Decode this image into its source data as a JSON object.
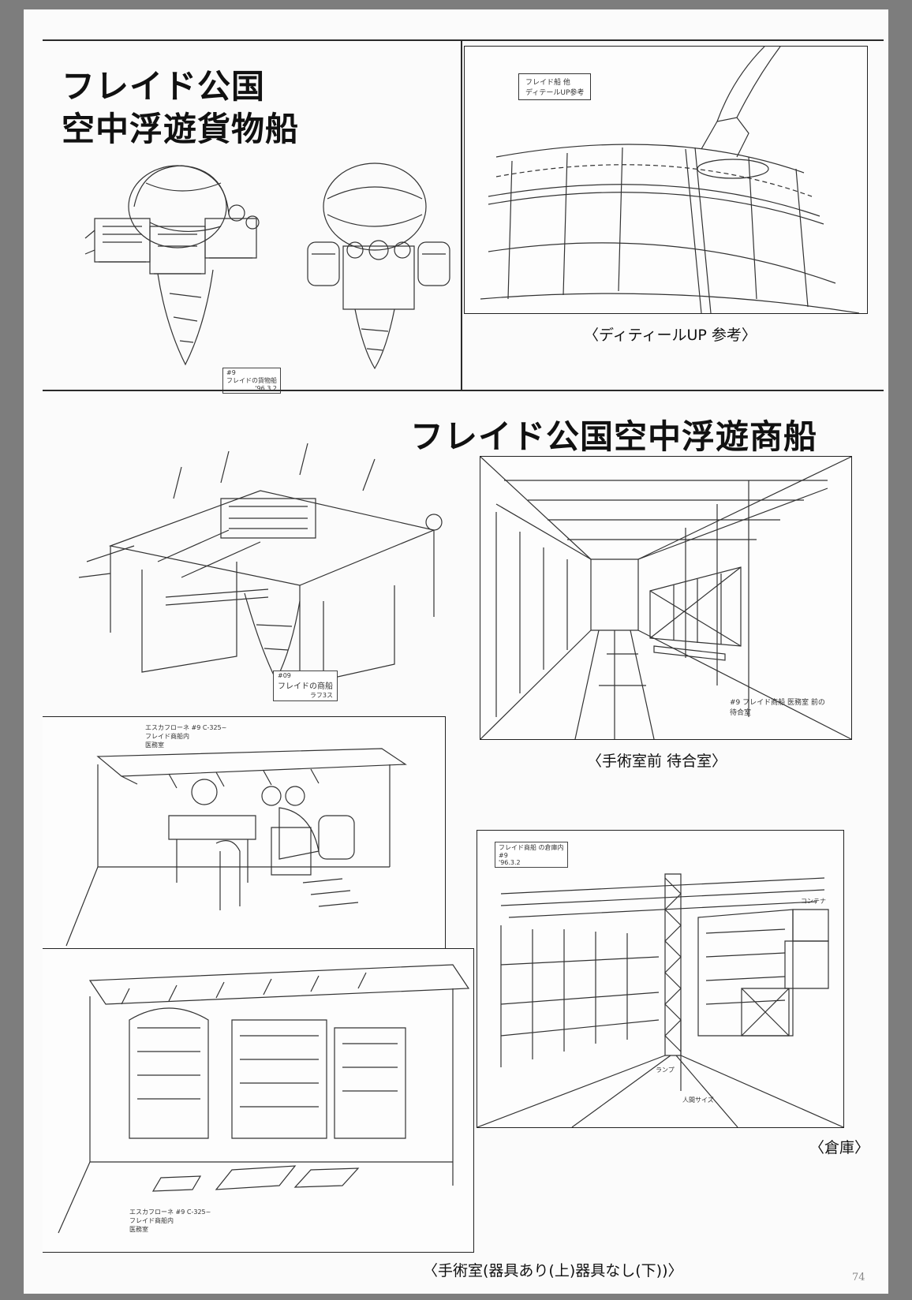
{
  "cargo_section": {
    "title_line1": "フレイド公国",
    "title_line2": "空中浮遊貨物船",
    "stamp_line1": "#9",
    "stamp_line2": "フレイドの貨物船",
    "stamp_line3": "'96.3.2"
  },
  "detail_panel": {
    "note_line1": "フレイド船 他",
    "note_line2": "ディテールUP参考",
    "caption": "〈ディティールUP 参考〉"
  },
  "merchant_section": {
    "title": "フレイド公国空中浮遊商船",
    "stamp_line1": "#09",
    "stamp_line2": "フレイドの商船",
    "stamp_line3": "ラフ3ス"
  },
  "waiting_room": {
    "note": "#9 フレイド商船 医務室 前の 待合室",
    "caption": "〈手術室前 待合室〉"
  },
  "warehouse": {
    "stamp_line1": "フレイド商船 の倉庫内",
    "stamp_line2": "#9",
    "stamp_line3": "'96.3.2",
    "note_label1": "コンテナ",
    "note_label2": "ランプ",
    "note_label3": "人間サイズ",
    "caption": "〈倉庫〉"
  },
  "surgery_room": {
    "stamp_line1": "エスカフローネ #9 C-325~",
    "stamp_line2": "フレイド商船内",
    "stamp_line3": "医務室",
    "caption": "〈手術室(器具あり(上)器具なし(下))〉"
  },
  "page_number": "74"
}
